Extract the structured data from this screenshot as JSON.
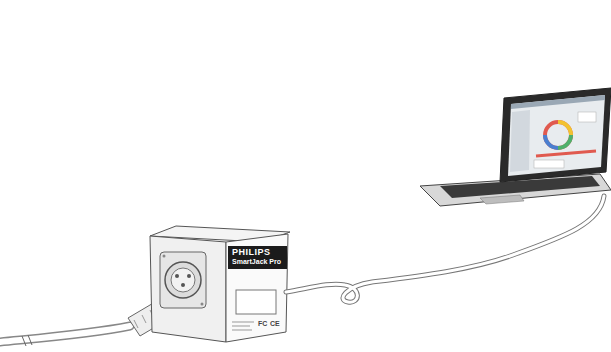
{
  "diagram": {
    "nodes": [
      {
        "text": [
          "PHILIPS",
          "SmartJack Pro"
        ]
      }
    ],
    "labels": [
      "FC",
      "CE"
    ]
  }
}
